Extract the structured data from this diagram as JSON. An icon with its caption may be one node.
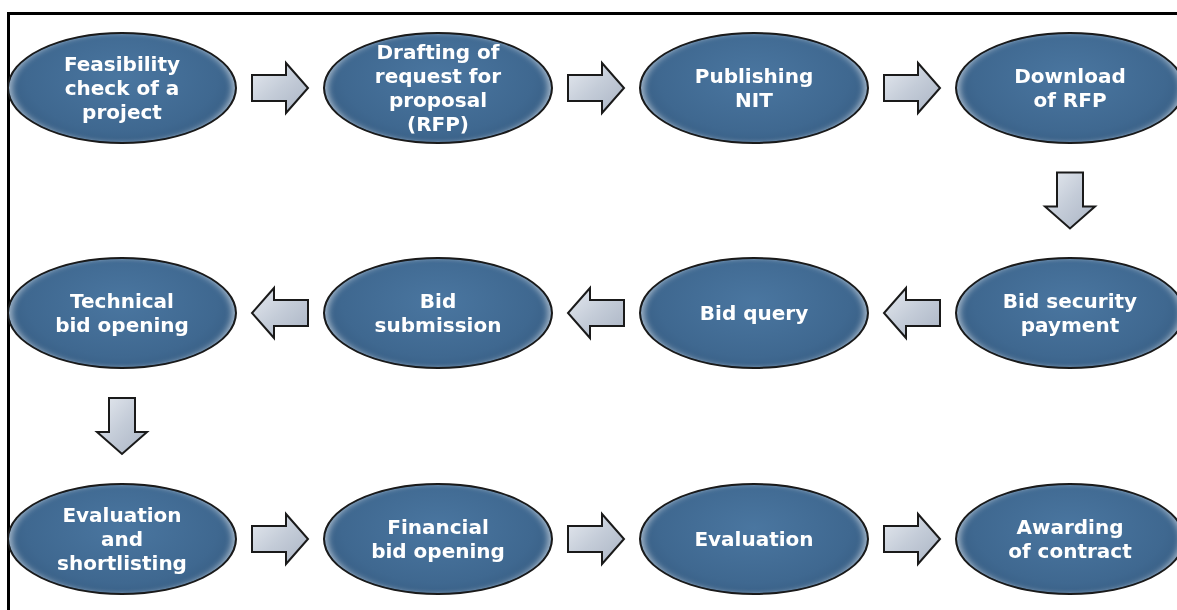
{
  "diagram": {
    "nodes": [
      {
        "text": [
          "Feasibility check of a project"
        ]
      },
      {
        "text": [
          "Drafting of request for proposal (RFP)"
        ]
      },
      {
        "text": [
          "Publishing NIT"
        ]
      },
      {
        "text": [
          "Download of RFP"
        ]
      },
      {
        "text": [
          "Technical bid opening"
        ]
      },
      {
        "text": [
          "Bid submission"
        ]
      },
      {
        "text": [
          "Bid query"
        ]
      },
      {
        "text": [
          "Bid security payment"
        ]
      },
      {
        "text": [
          "Evaluation and shortlisting"
        ]
      },
      {
        "text": [
          "Financial bid opening"
        ]
      },
      {
        "text": [
          "Evaluation"
        ]
      },
      {
        "text": [
          "Awarding of contract"
        ]
      }
    ],
    "edges": [
      {
        "from": 0,
        "to": 1,
        "arrow": "to"
      },
      {
        "from": 1,
        "to": 2,
        "arrow": "to"
      },
      {
        "from": 2,
        "to": 3,
        "arrow": "to"
      },
      {
        "from": 3,
        "to": 7,
        "arrow": "to"
      },
      {
        "from": 7,
        "to": 6,
        "arrow": "to"
      },
      {
        "from": 6,
        "to": 5,
        "arrow": "to"
      },
      {
        "from": 5,
        "to": 4,
        "arrow": "to"
      },
      {
        "from": 4,
        "to": 8,
        "arrow": "to"
      },
      {
        "from": 8,
        "to": 9,
        "arrow": "to"
      },
      {
        "from": 9,
        "to": 10,
        "arrow": "to"
      },
      {
        "from": 10,
        "to": 11,
        "arrow": "to"
      }
    ]
  }
}
